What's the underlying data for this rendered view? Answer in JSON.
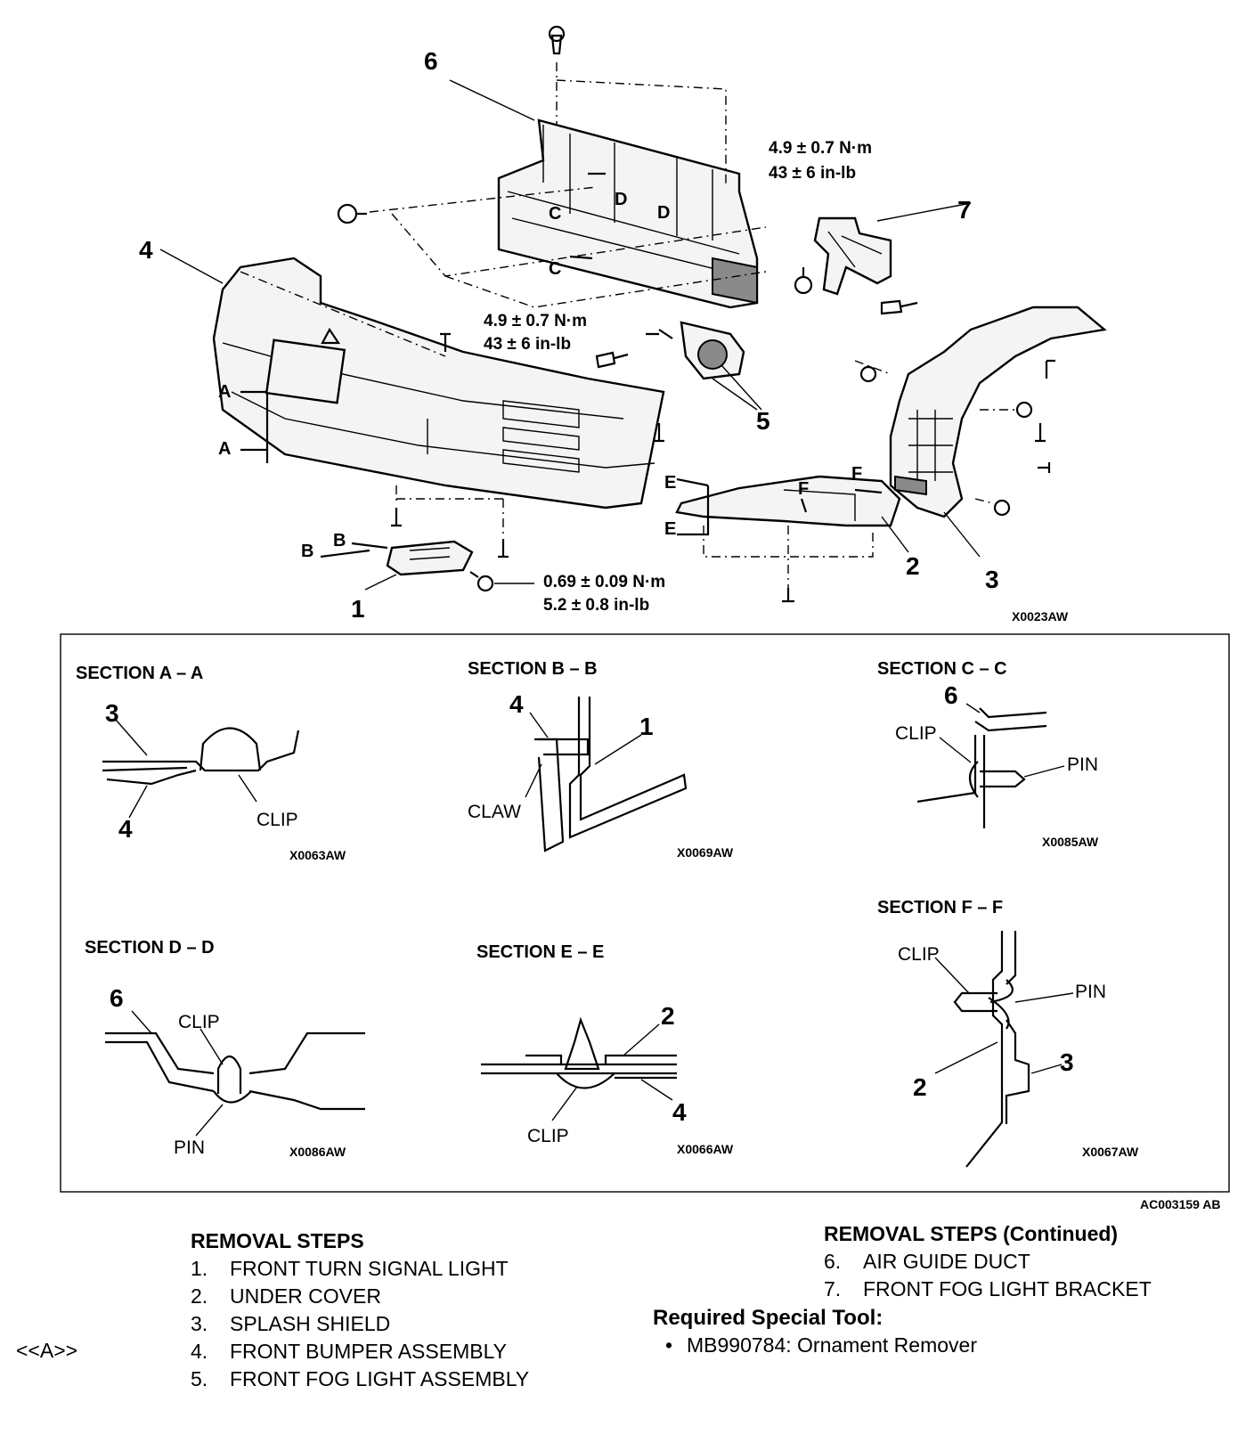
{
  "figure": {
    "callouts": [
      "1",
      "2",
      "3",
      "4",
      "5",
      "6",
      "7"
    ],
    "section_markers": [
      "A",
      "A",
      "B",
      "B",
      "C",
      "C",
      "D",
      "D",
      "E",
      "E",
      "F",
      "F"
    ],
    "torque_specs": [
      {
        "metric": "4.9 ± 0.7 N·m",
        "imperial": "43 ± 6 in-lb"
      },
      {
        "metric": "4.9 ± 0.7 N·m",
        "imperial": "43 ± 6 in-lb"
      },
      {
        "metric": "0.69 ± 0.09 N·m",
        "imperial": "5.2 ± 0.8 in-lb"
      }
    ],
    "main_code": "X0023AW",
    "page_code": "AC003159 AB"
  },
  "sections": [
    {
      "title": "SECTION A – A",
      "labels": [
        "3",
        "4",
        "CLIP"
      ],
      "code": "X0063AW"
    },
    {
      "title": "SECTION B – B",
      "labels": [
        "4",
        "1",
        "CLAW"
      ],
      "code": "X0069AW"
    },
    {
      "title": "SECTION C – C",
      "labels": [
        "6",
        "CLIP",
        "PIN"
      ],
      "code": "X0085AW"
    },
    {
      "title": "SECTION D – D",
      "labels": [
        "6",
        "CLIP",
        "PIN"
      ],
      "code": "X0086AW"
    },
    {
      "title": "SECTION E – E",
      "labels": [
        "2",
        "4",
        "CLIP"
      ],
      "code": "X0066AW"
    },
    {
      "title": "SECTION F – F",
      "labels": [
        "CLIP",
        "PIN",
        "2",
        "3"
      ],
      "code": "X0067AW"
    }
  ],
  "removal_steps": {
    "title": "REMOVAL STEPS",
    "ref": "<<A>>",
    "items": [
      {
        "num": "1.",
        "text": "FRONT TURN SIGNAL LIGHT"
      },
      {
        "num": "2.",
        "text": "UNDER COVER"
      },
      {
        "num": "3.",
        "text": "SPLASH SHIELD"
      },
      {
        "num": "4.",
        "text": "FRONT BUMPER ASSEMBLY"
      },
      {
        "num": "5.",
        "text": "FRONT FOG LIGHT ASSEMBLY"
      }
    ]
  },
  "removal_steps_continued": {
    "title": "REMOVAL STEPS (Continued)",
    "items": [
      {
        "num": "6.",
        "text": "AIR GUIDE DUCT"
      },
      {
        "num": "7.",
        "text": "FRONT FOG LIGHT BRACKET"
      }
    ]
  },
  "special_tool": {
    "title": "Required Special Tool:",
    "bullet": "•",
    "text": "MB990784: Ornament Remover"
  }
}
